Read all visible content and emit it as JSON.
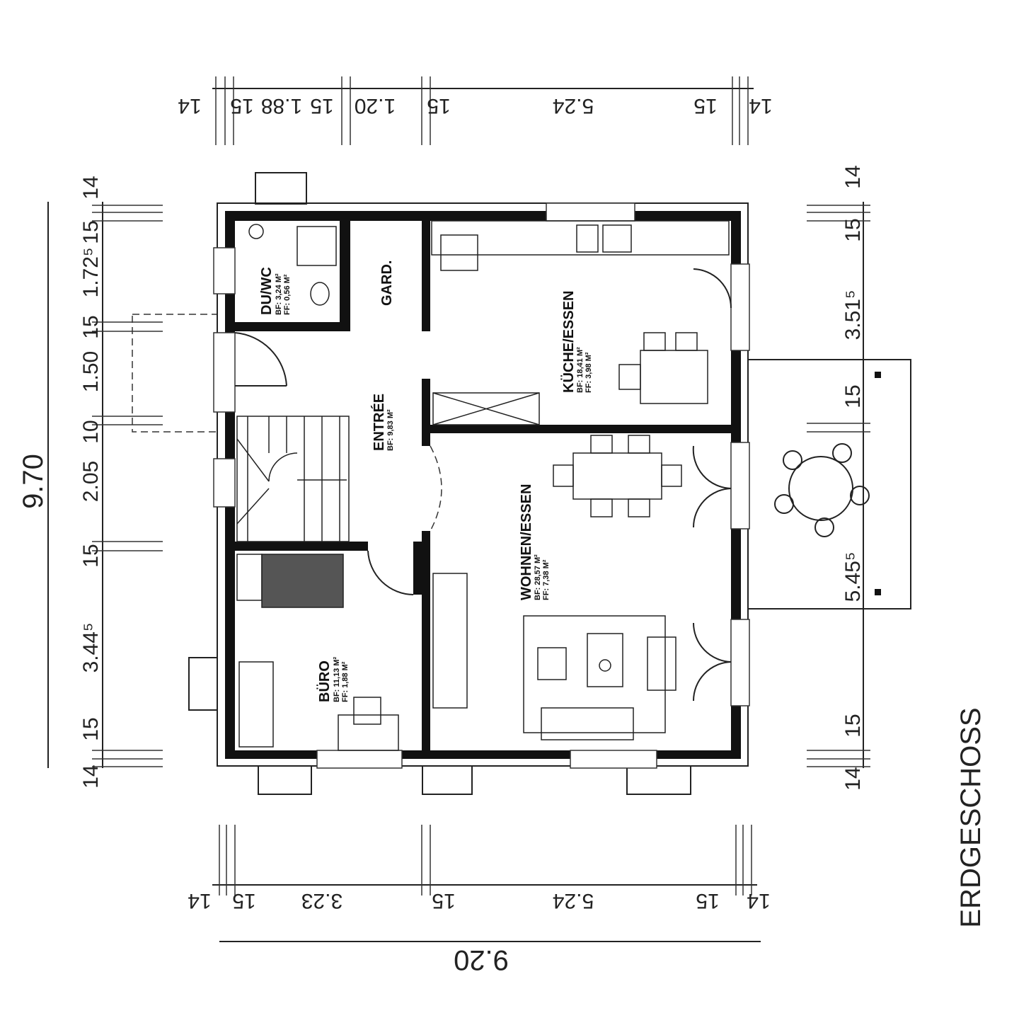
{
  "title": "ERDGESCHOSS",
  "rooms": {
    "duwc": {
      "name": "DU/WC",
      "bf": "BF: 3,24 M²",
      "ff": "FF: 0,56 M²"
    },
    "gard": {
      "name": "GARD."
    },
    "entree": {
      "name": "ENTRÉE",
      "bf": "BF: 9,83 M²"
    },
    "kueche": {
      "name": "KÜCHE/ESSEN",
      "bf": "BF: 18,41 M²",
      "ff": "FF: 3,98 M²"
    },
    "wohnen": {
      "name": "WOHNEN/ESSEN",
      "bf": "BF: 28,57 M²",
      "ff": "FF: 7,38 M²"
    },
    "buero": {
      "name": "BÜRO",
      "bf": "BF: 11,13 M²",
      "ff": "FF: 1,88 M²"
    }
  },
  "dims": {
    "top": [
      "14",
      "15",
      "1.88",
      "15",
      "1.20",
      "15",
      "5.24",
      "15",
      "14"
    ],
    "bottom": [
      "14",
      "15",
      "3.23",
      "15",
      "5.24",
      "15",
      "14"
    ],
    "bottom_total": "9.20",
    "left": [
      "14",
      "15",
      "1.72⁵",
      "15",
      "1.50",
      "10",
      "2.05",
      "15",
      "3.44⁵",
      "15",
      "14"
    ],
    "left_total": "9.70",
    "right": [
      "14",
      "15",
      "3.51⁵",
      "15",
      "5.45⁵",
      "15",
      "14"
    ]
  }
}
